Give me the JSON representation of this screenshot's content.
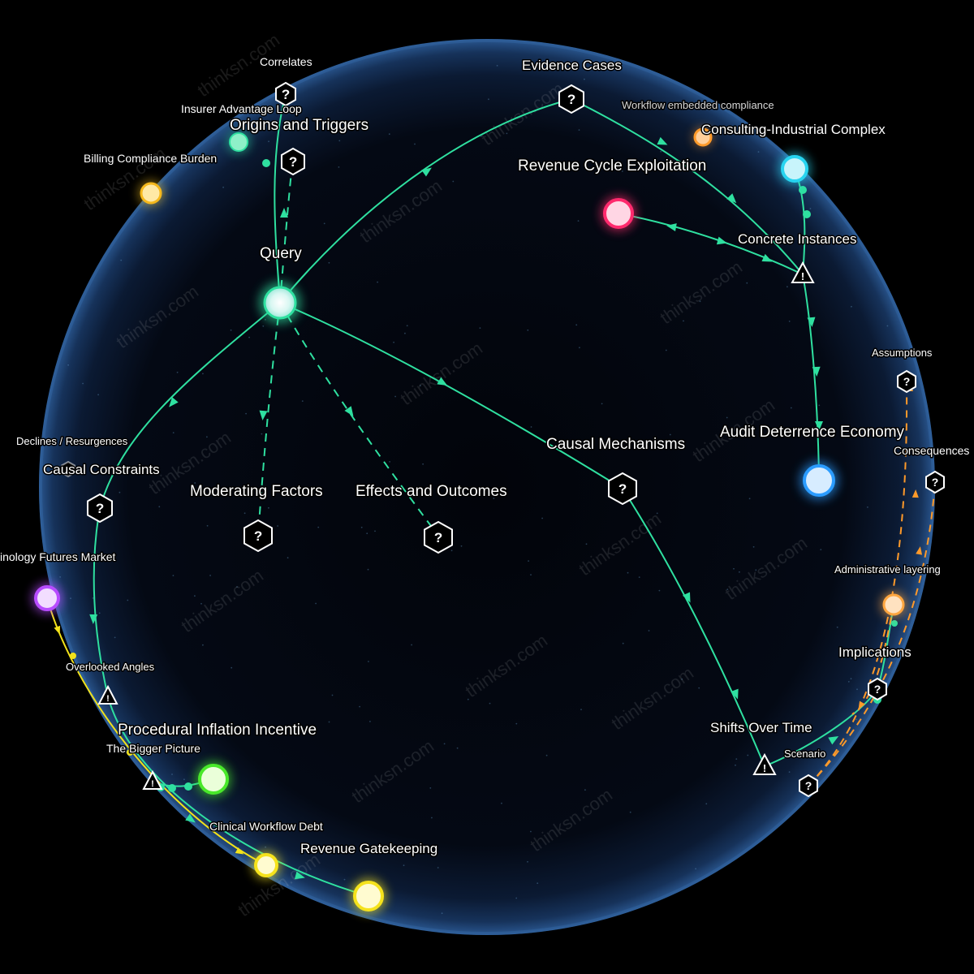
{
  "watermark": "thinksn.com",
  "colors": {
    "edge_primary": "#2fe0a0",
    "edge_orange": "#ff9a2a",
    "edge_yellow": "#f2e21a",
    "node_query": "#dff8f4",
    "node_red": "#ff2a6d",
    "node_cyan": "#27d4f0",
    "node_blue": "#2b9cff",
    "node_purple": "#b84cff",
    "node_green": "#49e82a",
    "node_yellow": "#f5e21c",
    "node_orange": "#ffa640"
  },
  "labels": {
    "query": "Query",
    "correlates": "Correlates",
    "evidence_cases": "Evidence Cases",
    "workflow_embedded": "Workflow embedded compliance",
    "consulting_complex": "Consulting-Industrial Complex",
    "insurer_loop": "Insurer Advantage Loop",
    "origins_triggers": "Origins and Triggers",
    "billing_burden": "Billing Compliance Burden",
    "revenue_cycle": "Revenue Cycle Exploitation",
    "concrete_instances": "Concrete Instances",
    "assumptions": "Assumptions",
    "audit_deterrence": "Audit Deterrence Economy",
    "consequences": "Consequences",
    "declines": "Declines / Resurgences",
    "causal_constraints": "Causal Constraints",
    "causal_mechanisms": "Causal Mechanisms",
    "moderating_factors": "Moderating Factors",
    "effects_outcomes": "Effects and Outcomes",
    "tech_futures": "inology Futures Market",
    "administrative_layering": "Administrative layering",
    "implications": "Implications",
    "overlooked_angles": "Overlooked Angles",
    "procedural_inflation": "Procedural Inflation Incentive",
    "bigger_picture": "The Bigger Picture",
    "shifts_over_time": "Shifts Over Time",
    "scenario": "Scenario",
    "clinical_debt": "Clinical Workflow Debt",
    "revenue_gatekeeping": "Revenue Gatekeeping"
  },
  "glyphs": {
    "question": "?",
    "warning": "!"
  }
}
